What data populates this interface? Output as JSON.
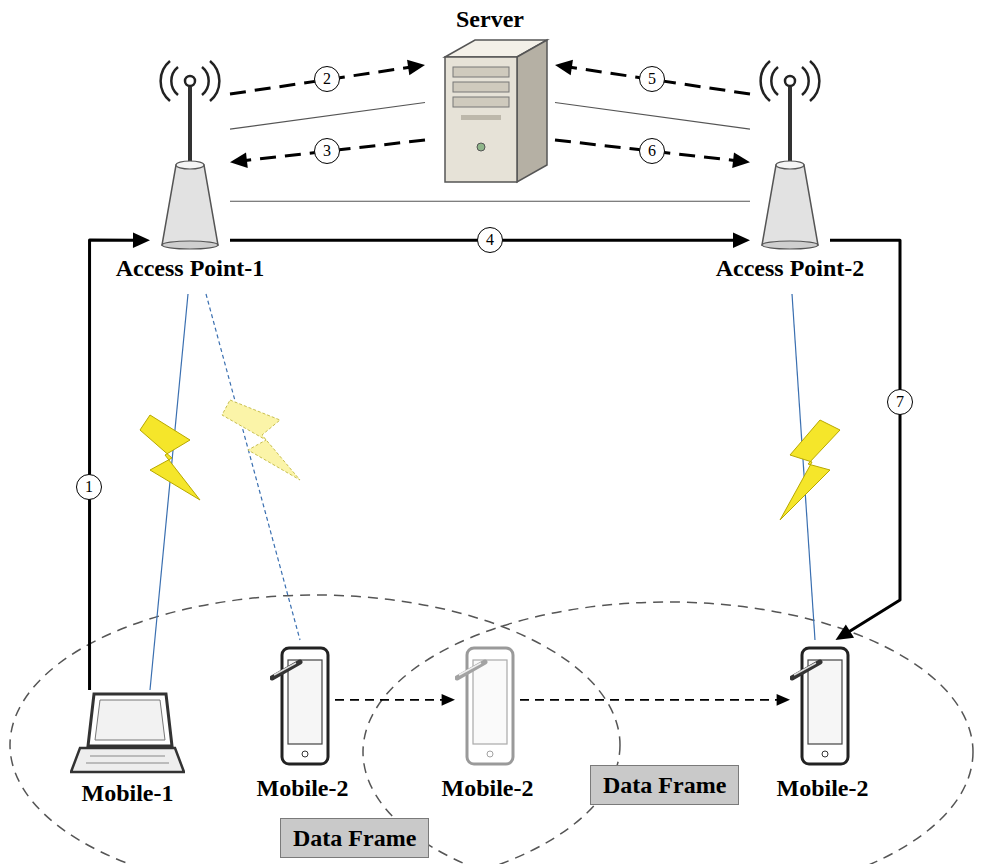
{
  "diagram": {
    "nodes": [
      {
        "text": [
          "Server"
        ]
      },
      {
        "text": [
          "Access Point-1"
        ]
      },
      {
        "text": [
          "Access Point-2"
        ]
      },
      {
        "text": [
          "Mobile-1"
        ]
      },
      {
        "text": [
          "Mobile-2"
        ]
      },
      {
        "text": [
          "Mobile-2"
        ]
      },
      {
        "text": [
          "Mobile-2"
        ]
      },
      {
        "text": [
          "Data Frame"
        ]
      },
      {
        "text": [
          "Data Frame"
        ]
      }
    ],
    "edges": [
      {
        "from": 3,
        "to": 1,
        "arrow": "to",
        "label": "1"
      },
      {
        "from": 1,
        "to": 0,
        "arrow": "to",
        "label": "2"
      },
      {
        "from": 0,
        "to": 1,
        "arrow": "to",
        "label": "3"
      },
      {
        "from": 1,
        "to": 2,
        "arrow": "to",
        "label": "4"
      },
      {
        "from": 2,
        "to": 0,
        "arrow": "to",
        "label": "5"
      },
      {
        "from": 0,
        "to": 2,
        "arrow": "to",
        "label": "6"
      },
      {
        "from": 2,
        "to": 6,
        "arrow": "to",
        "label": "7"
      },
      {
        "from": 0,
        "to": 1,
        "arrow": "none"
      },
      {
        "from": 0,
        "to": 2,
        "arrow": "none"
      },
      {
        "from": 1,
        "to": 2,
        "arrow": "none"
      },
      {
        "from": 4,
        "to": 5,
        "arrow": "to"
      },
      {
        "from": 5,
        "to": 6,
        "arrow": "to"
      }
    ]
  }
}
